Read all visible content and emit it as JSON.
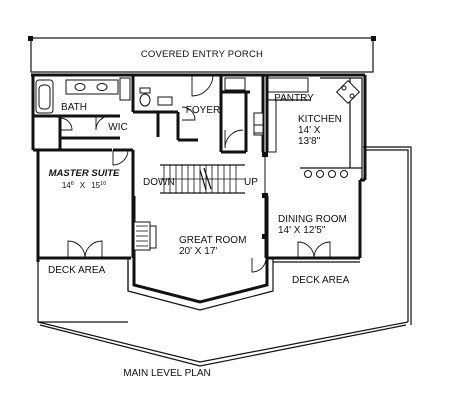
{
  "title": "MAIN LEVEL PLAN",
  "rooms": {
    "porch": "COVERED ENTRY PORCH",
    "bath": "BATH",
    "wic": "WIC",
    "foyer": "FOYER",
    "pantry": "PANTRY",
    "kitchen": "KITCHEN",
    "kitchen_dim1": "14' X",
    "kitchen_dim2": "13'8\"",
    "master": "MASTER SUITE",
    "master_dim_a": "14",
    "master_dim_a_sup": "6",
    "master_dim_x": "X",
    "master_dim_b": "15",
    "master_dim_b_sup": "10",
    "stair_down": "DOWN",
    "stair_up": "UP",
    "dining": "DINING ROOM",
    "dining_dim": "14' X 12'5\"",
    "great": "GREAT ROOM",
    "great_dim": "20' X 17'",
    "deck_left": "DECK AREA",
    "deck_right": "DECK AREA"
  }
}
